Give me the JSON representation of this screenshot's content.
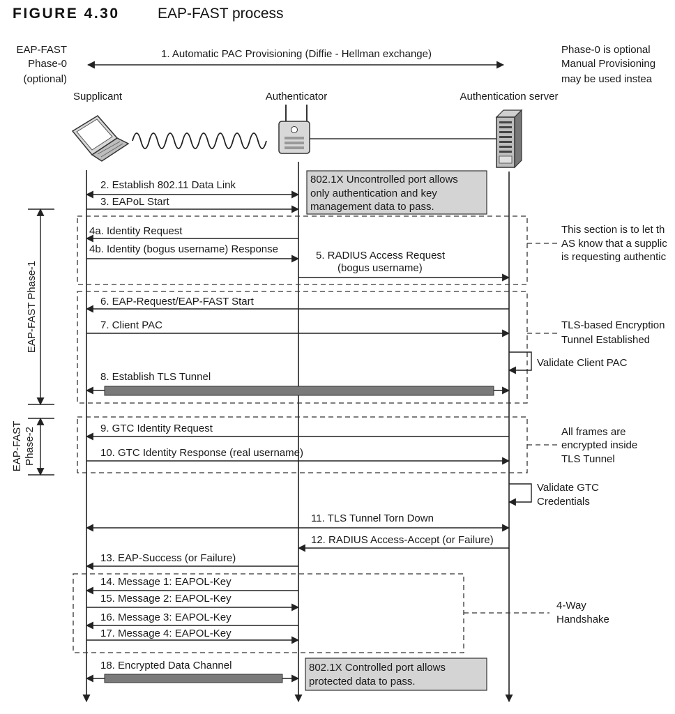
{
  "figure": {
    "label": "FIGURE 4.30",
    "title": "EAP-FAST process"
  },
  "phase0": {
    "left_lines": [
      "EAP-FAST",
      "Phase-0",
      "(optional)"
    ],
    "message": "1. Automatic PAC Provisioning (Diffie - Hellman exchange)",
    "right_lines": [
      "Phase-0 is optional",
      "Manual Provisioning",
      "may be used instea"
    ]
  },
  "actors": {
    "supplicant": "Supplicant",
    "authenticator": "Authenticator",
    "server": "Authentication server"
  },
  "messages": {
    "m2": "2. Establish 802.11 Data Link",
    "m3": "3. EAPoL Start",
    "m4a": "4a. Identity Request",
    "m4b": "4b. Identity (bogus username) Response",
    "m5a": "5. RADIUS Access Request",
    "m5b": "(bogus username)",
    "m6": "6. EAP-Request/EAP-FAST Start",
    "m7": "7. Client PAC",
    "m8": "8. Establish TLS Tunnel",
    "m9": "9. GTC Identity Request",
    "m10": "10. GTC Identity Response (real username)",
    "m11": "11. TLS Tunnel Torn Down",
    "m12": "12. RADIUS Access-Accept (or Failure)",
    "m13": "13. EAP-Success (or Failure)",
    "m14": "14. Message 1: EAPOL-Key",
    "m15": "15. Message 2: EAPOL-Key",
    "m16": "16. Message 3: EAPOL-Key",
    "m17": "17. Message 4: EAPOL-Key",
    "m18": "18. Encrypted Data Channel"
  },
  "notes": {
    "uncontrolled": [
      "802.1X Uncontrolled port allows",
      "only authentication and key",
      "management data to pass."
    ],
    "controlled": [
      "802.1X Controlled port allows",
      "protected data to pass."
    ],
    "section": [
      "This section is to let th",
      "AS know that a supplic",
      "is requesting authentic"
    ],
    "tls": [
      "TLS-based Encryption",
      "Tunnel Established"
    ],
    "validate_pac": "Validate Client PAC",
    "frames": [
      "All frames are",
      "encrypted inside",
      "TLS Tunnel"
    ],
    "validate_gtc": [
      "Validate GTC",
      "Credentials"
    ],
    "handshake": [
      "4-Way",
      "Handshake"
    ]
  },
  "phases": {
    "phase1": "EAP-FAST Phase-1",
    "phase2_lines": [
      "EAP-FAST",
      "Phase-2"
    ]
  },
  "icons": [
    "laptop-icon",
    "wireless-signal-icon",
    "access-point-icon",
    "server-icon",
    "arrowhead-icon"
  ]
}
